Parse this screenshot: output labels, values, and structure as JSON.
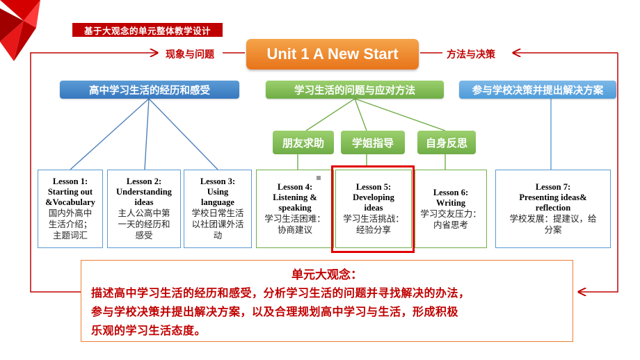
{
  "header_tag": "基于大观念的单元整体教学设计",
  "unit_title": "Unit 1 A New Start",
  "left_label": "现象与问题",
  "right_label": "方法与决策",
  "themes": [
    {
      "label": "高中学习生活的经历和感受"
    },
    {
      "label": "学习生活的问题与应对方法"
    },
    {
      "label": "参与学校决策并提出解决方案"
    }
  ],
  "subtopics": [
    {
      "label": "朋友求助"
    },
    {
      "label": "学姐指导"
    },
    {
      "label": "自身反思"
    }
  ],
  "lessons": [
    {
      "en": "Lesson 1:\nStarting out\n&Vocabulary",
      "zh": "国内外高中\n生活介绍；\n主题词汇"
    },
    {
      "en": "Lesson 2:\nUnderstanding\nideas",
      "zh": "主人公高中第\n一天的经历和\n感受"
    },
    {
      "en": "Lesson 3:\nUsing\nlanguage",
      "zh": "学校日常生活\n以社团课外活\n动"
    },
    {
      "en": "Lesson 4:\nListening &\nspeaking",
      "zh": "学习生活困难：\n协商建议"
    },
    {
      "en": "Lesson 5:\nDeveloping\nideas",
      "zh": "学习生活挑战：\n经验分享"
    },
    {
      "en": "Lesson 6:\nWriting",
      "zh": "学习交友压力：\n内省思考"
    },
    {
      "en": "Lesson 7:\nPresenting ideas&\nreflection",
      "zh": "学校发展：提建议，给\n分案"
    }
  ],
  "concept": {
    "title": "单元大观念：",
    "text": "描述高中学习生活的经历和感受，分析学习生活的问题并寻找解决的办法，\n参与学校决策并提出解决方案，以及合理规划高中学习与生活，形成积极\n乐观的学习生活态度。"
  },
  "colors": {
    "accent_red": "#c00000",
    "title_orange": "#e8741a",
    "theme_blue": "#5b9bd5",
    "theme_green": "#70ad47",
    "concept_border": "#ed7d31"
  }
}
